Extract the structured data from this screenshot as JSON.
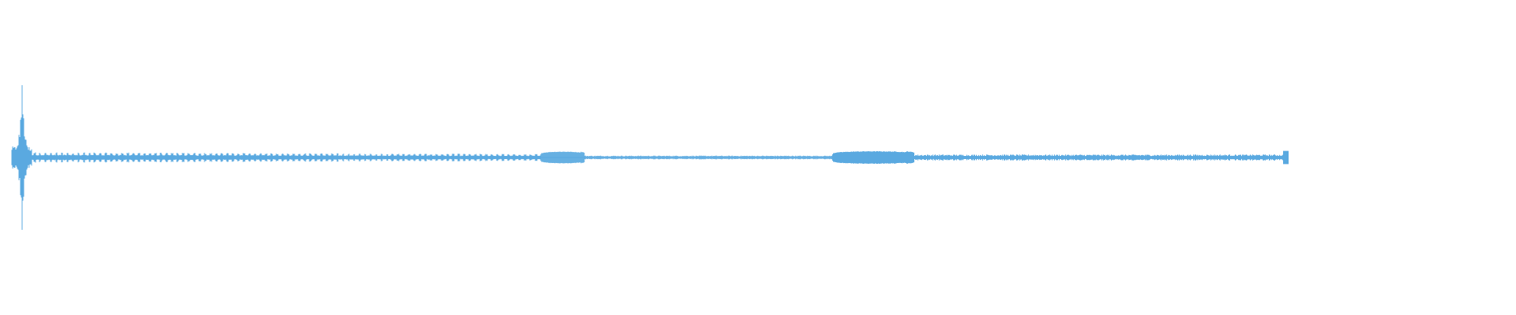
{
  "waveform": {
    "color": "#5aa9e0",
    "background": "#ffffff",
    "segments": [
      {
        "name": "attack-transient",
        "start": 0.0,
        "end": 0.013,
        "level": 1.0,
        "style": "spike"
      },
      {
        "name": "buzzy-section",
        "start": 0.013,
        "end": 0.348,
        "level": 0.07,
        "style": "pulsed"
      },
      {
        "name": "loud-burst-1",
        "start": 0.348,
        "end": 0.377,
        "level": 0.08,
        "style": "dense"
      },
      {
        "name": "quiet-section",
        "start": 0.377,
        "end": 0.54,
        "level": 0.025,
        "style": "thin"
      },
      {
        "name": "loud-burst-2",
        "start": 0.54,
        "end": 0.594,
        "level": 0.085,
        "style": "dense"
      },
      {
        "name": "tail-section",
        "start": 0.594,
        "end": 0.84,
        "level": 0.04,
        "style": "noise"
      }
    ]
  }
}
